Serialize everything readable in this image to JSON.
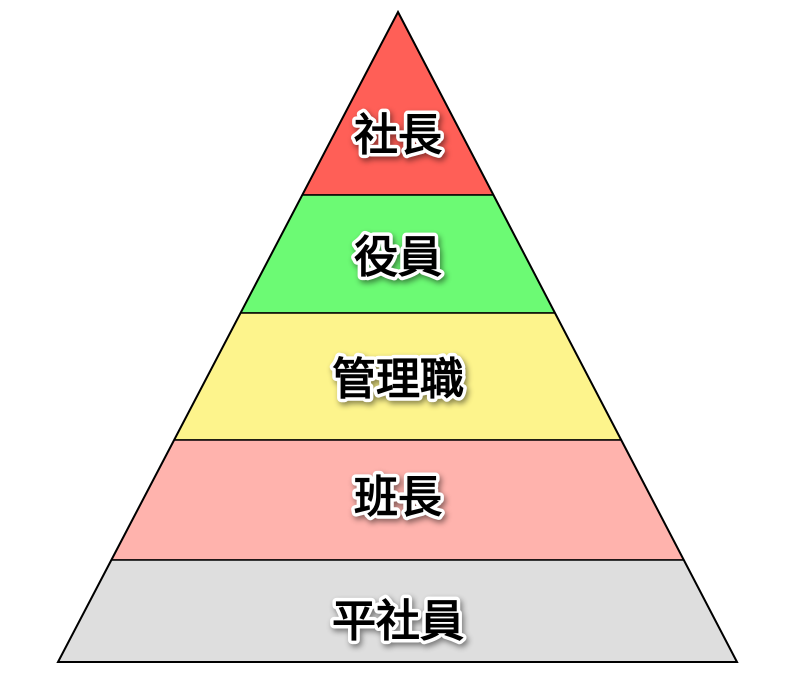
{
  "pyramid": {
    "levels": [
      {
        "label": "社長",
        "color": "#ff5f57"
      },
      {
        "label": "役員",
        "color": "#6cfa74"
      },
      {
        "label": "管理職",
        "color": "#fdf48c"
      },
      {
        "label": "班長",
        "color": "#ffb3ad"
      },
      {
        "label": "平社員",
        "color": "#dedede"
      }
    ]
  }
}
